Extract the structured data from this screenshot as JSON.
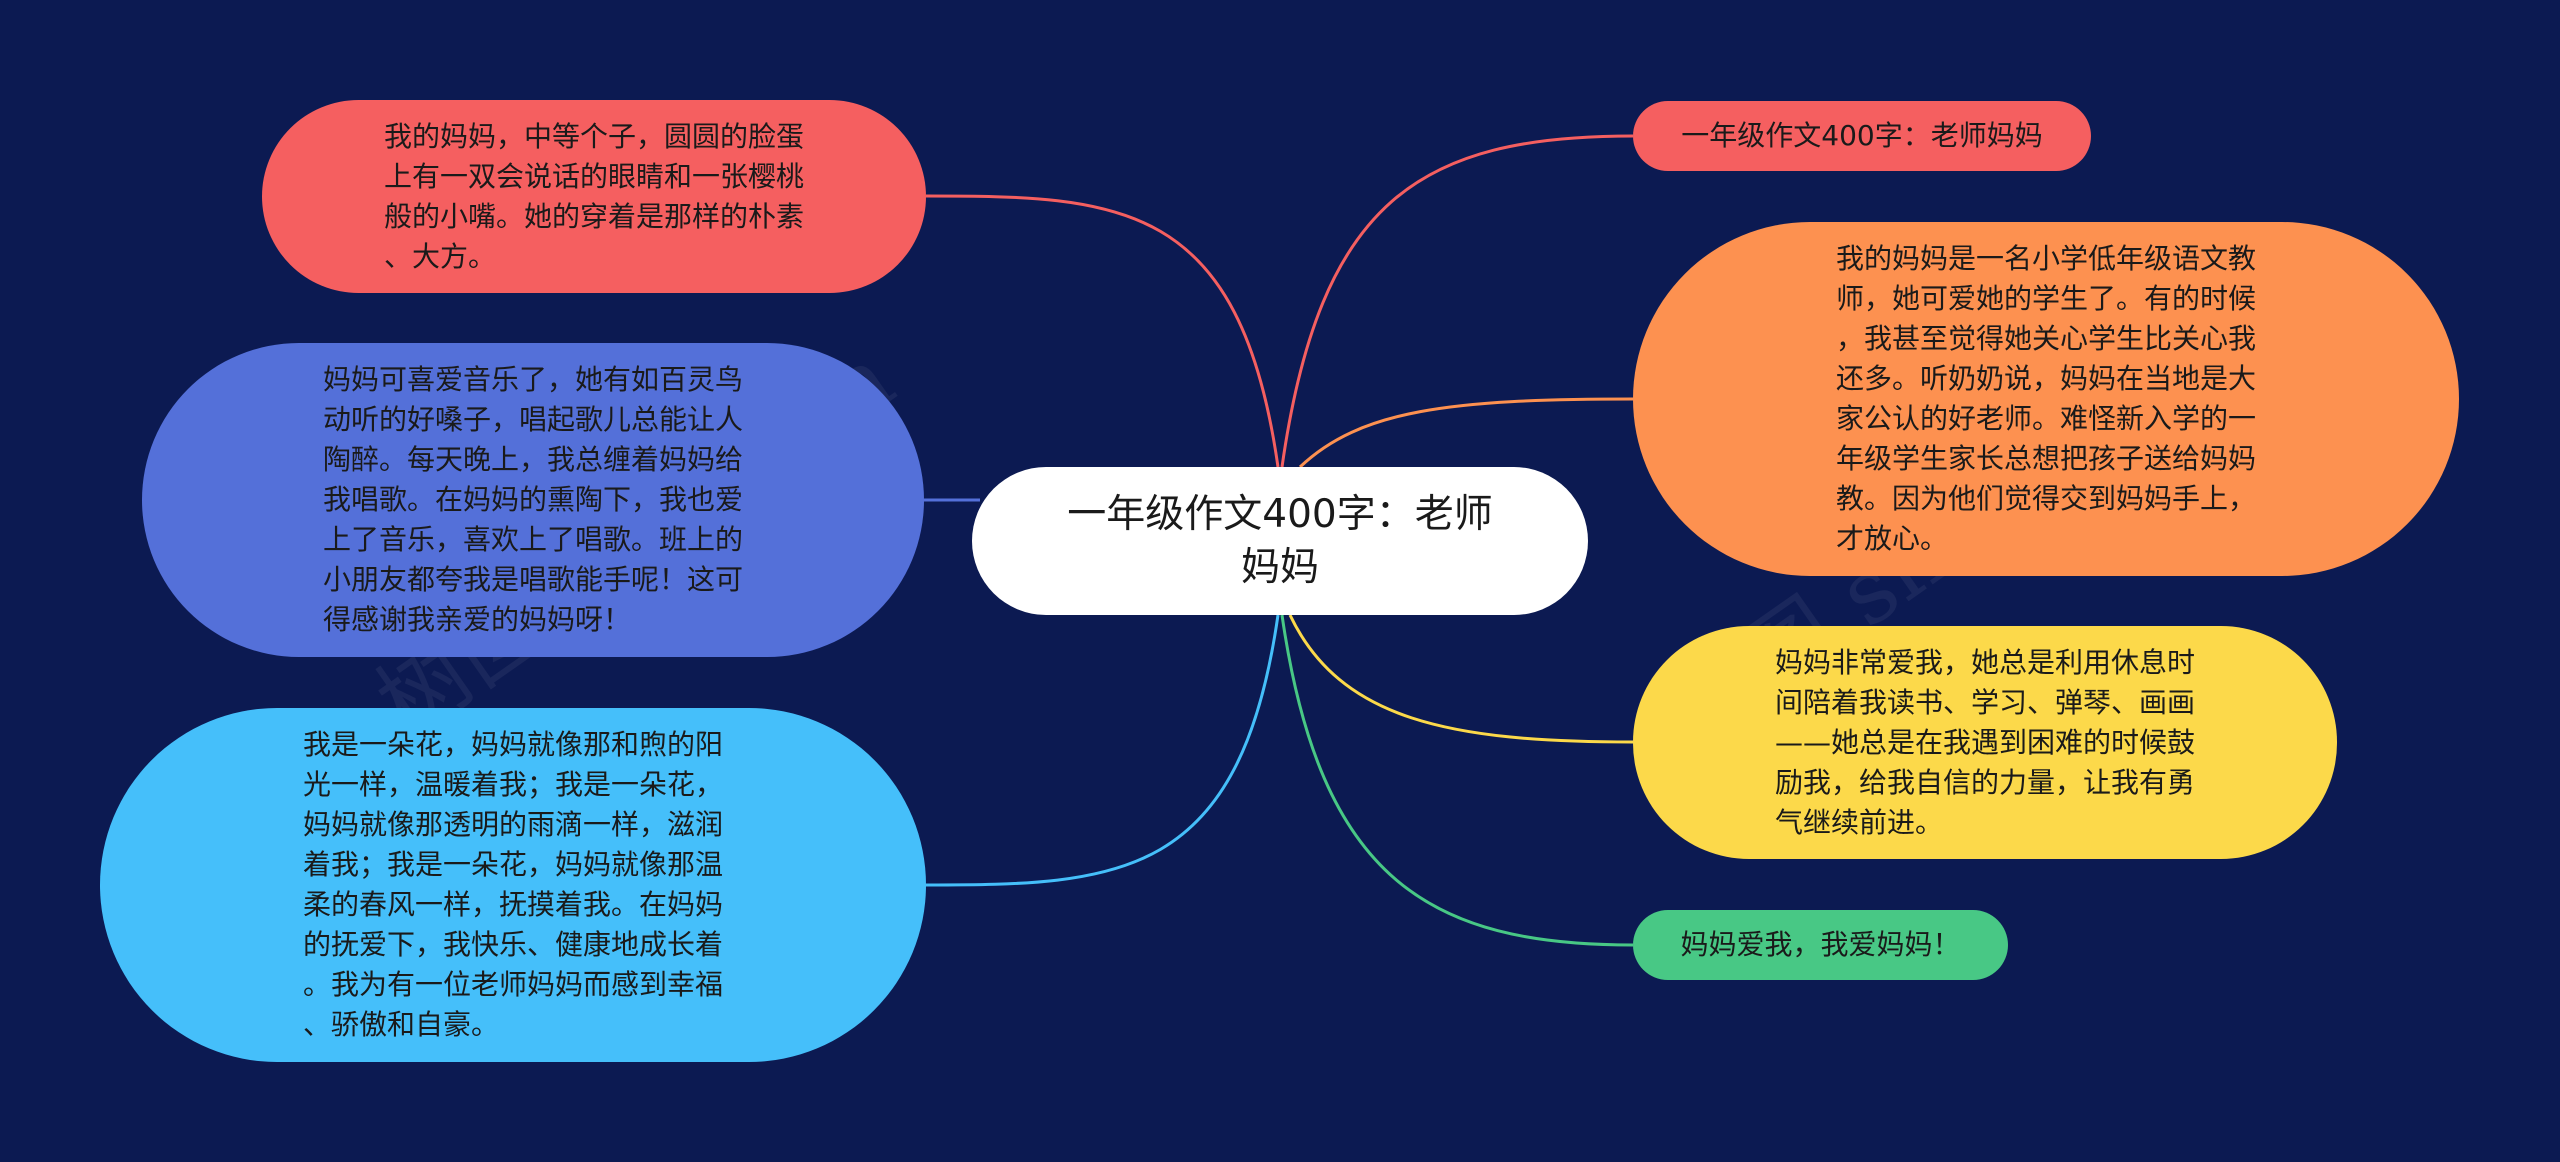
{
  "center": {
    "text": "一年级作文400字：老师\n妈妈"
  },
  "left_nodes": [
    {
      "text": "我的妈妈，中等个子，圆圆的脸蛋\n上有一双会说话的眼睛和一张樱桃\n般的小嘴。她的穿着是那样的朴素\n、大方。",
      "color": "#f55f60"
    },
    {
      "text": "妈妈可喜爱音乐了，她有如百灵鸟\n动听的好嗓子，唱起歌儿总能让人\n陶醉。每天晚上，我总缠着妈妈给\n我唱歌。在妈妈的熏陶下，我也爱\n上了音乐，喜欢上了唱歌。班上的\n小朋友都夸我是唱歌能手呢！这可\n得感谢我亲爱的妈妈呀！",
      "color": "#5470d9"
    },
    {
      "text": "我是一朵花，妈妈就像那和煦的阳\n光一样，温暖着我；我是一朵花，\n妈妈就像那透明的雨滴一样，滋润\n着我；我是一朵花，妈妈就像那温\n柔的春风一样，抚摸着我。在妈妈\n的抚爱下，我快乐、健康地成长着\n。我为有一位老师妈妈而感到幸福\n、骄傲和自豪。",
      "color": "#45bffa"
    }
  ],
  "right_nodes": [
    {
      "text": "一年级作文400字：老师妈妈",
      "color": "#f55f60"
    },
    {
      "text": "我的妈妈是一名小学低年级语文教\n师，她可爱她的学生了。有的时候\n，我甚至觉得她关心学生比关心我\n还多。听奶奶说，妈妈在当地是大\n家公认的好老师。难怪新入学的一\n年级学生家长总想把孩子送给妈妈\n教。因为他们觉得交到妈妈手上，\n才放心。",
      "color": "#fd9150"
    },
    {
      "text": "妈妈非常爱我，她总是利用休息时\n间陪着我读书、学习、弹琴、画画\n——她总是在我遇到困难的时候鼓\n励我，给我自信的力量，让我有勇\n气继续前进。",
      "color": "#fcd94a"
    },
    {
      "text": "妈妈爱我，我爱妈妈！",
      "color": "#48c885"
    }
  ],
  "watermark": "树图 shutu.cn",
  "colors": {
    "background": "#0c1a52",
    "center_node": "#ffffff"
  }
}
